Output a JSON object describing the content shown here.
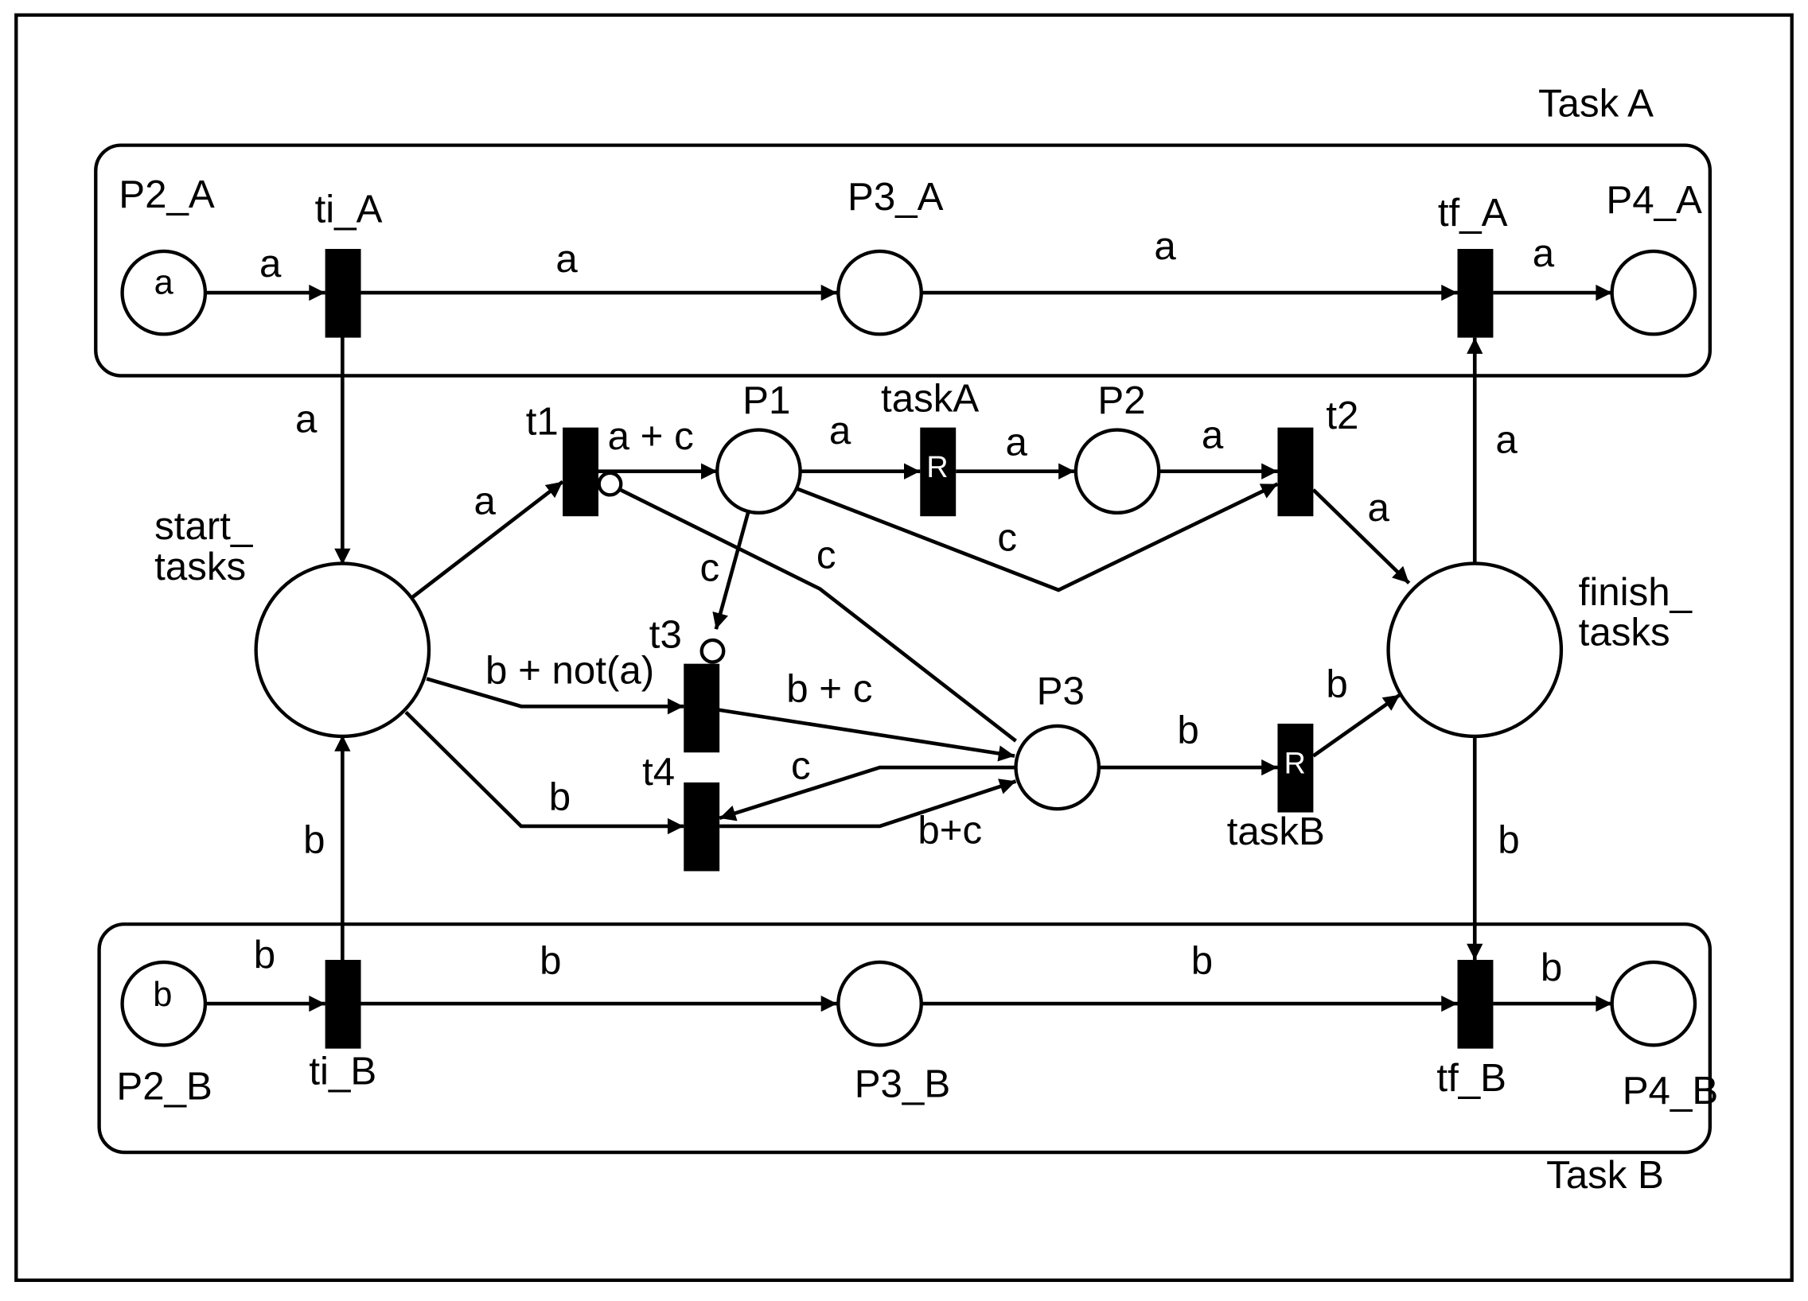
{
  "groups": {
    "task_a": "Task A",
    "task_b": "Task B"
  },
  "places": {
    "p2_a": {
      "label": "P2_A",
      "token": "a"
    },
    "p3_a": {
      "label": "P3_A"
    },
    "p4_a": {
      "label": "P4_A"
    },
    "p1": {
      "label": "P1"
    },
    "p2": {
      "label": "P2"
    },
    "p3": {
      "label": "P3"
    },
    "start_tasks": {
      "label_line1": "start_",
      "label_line2": "tasks"
    },
    "finish_tasks": {
      "label_line1": "finish_",
      "label_line2": "tasks"
    },
    "p2_b": {
      "label": "P2_B",
      "token": "b"
    },
    "p3_b": {
      "label": "P3_B"
    },
    "p4_b": {
      "label": "P4_B"
    }
  },
  "transitions": {
    "ti_a": {
      "label": "ti_A"
    },
    "tf_a": {
      "label": "tf_A"
    },
    "t1": {
      "label": "t1"
    },
    "task_a": {
      "label": "taskA",
      "marker": "R"
    },
    "t2": {
      "label": "t2"
    },
    "t3": {
      "label": "t3"
    },
    "t4": {
      "label": "t4"
    },
    "task_b": {
      "label": "taskB",
      "marker": "R"
    },
    "ti_b": {
      "label": "ti_B"
    },
    "tf_b": {
      "label": "tf_B"
    }
  },
  "arcs": {
    "p2a_tia": "a",
    "tia_p3a": "a",
    "p3a_tfa": "a",
    "tfa_p4a": "a",
    "tia_start": "a",
    "start_t1": "a",
    "t1_p1": "a + c",
    "p1_taska": "a",
    "taska_p2": "a",
    "p2_t2": "a",
    "t2_finish": "a",
    "finish_tfa": "a",
    "p1_t2": "c",
    "p1_t3": "c",
    "p3_t1": "c",
    "start_t3": "b + not(a)",
    "t3_p3": "b + c",
    "start_t4": "b",
    "p3_t4": "c",
    "t4_p3": "b+c",
    "p3_taskb": "b",
    "taskb_finish": "b",
    "tib_start": "b",
    "finish_tfb": "b",
    "p2b_tib": "b",
    "tib_p3b": "b",
    "p3b_tfb": "b",
    "tfb_p4b": "b"
  }
}
